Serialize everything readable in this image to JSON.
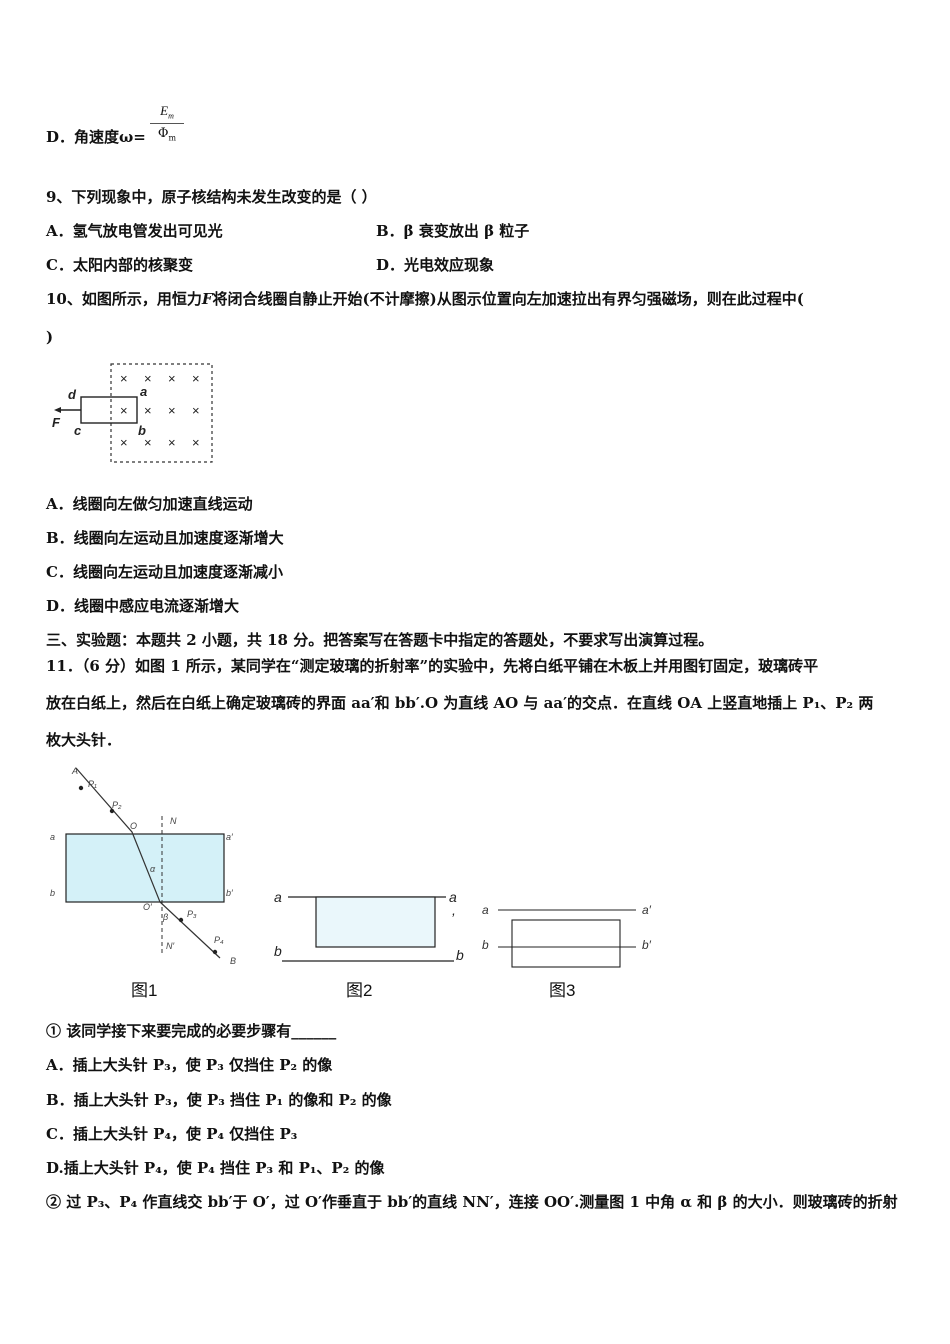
{
  "q8": {
    "optD_prefix": "D．",
    "optD_text": "角速度ω=",
    "frac_num": "E",
    "frac_num_sub": "m",
    "frac_den": "Φ",
    "frac_den_sub": "m"
  },
  "q9": {
    "stem": "9、下列现象中，原子核结构未发生改变的是（ ）",
    "optA": "A．氢气放电管发出可见光",
    "optB": "B．β 衰变放出 β 粒子",
    "optC": "C．太阳内部的核聚变",
    "optD": "D．光电效应现象"
  },
  "q10": {
    "stem_1": "10、如图所示，用恒力",
    "stem_F": "F",
    "stem_2": "将闭合线圈自静止开始(不计摩擦)从图示位置向左加速拉出有界匀强磁场，则在此过程中(",
    "stem_close": ")",
    "fig_labels": {
      "d": "d",
      "a": "a",
      "F": "F",
      "c": "c",
      "b": "b",
      "cross": "×"
    },
    "optA": "A．线圈向左做匀加速直线运动",
    "optB": "B．线圈向左运动且加速度逐渐增大",
    "optC": "C．线圈向左运动且加速度逐渐减小",
    "optD": "D．线圈中感应电流逐渐增大"
  },
  "section3": {
    "heading": "三、实验题：本题共 2 小题，共 18 分。把答案写在答题卡中指定的答题处，不要求写出演算过程。"
  },
  "q11": {
    "line1": "11．（6 分）如图 1 所示，某同学在“测定玻璃的折射率”的实验中，先将白纸平铺在木板上并用图钉固定，玻璃砖平",
    "line2": "放在白纸上，然后在白纸上确定玻璃砖的界面 aa′和 bb′.O 为直线 AO 与 aa′的交点．在直线 OA 上竖直地插上 P₁、P₂ 两",
    "line3": "枚大头针．",
    "fig1": {
      "A": "A",
      "P1": "P₁",
      "P2": "P₂",
      "O": "O",
      "N": "N",
      "a": "a",
      "a_prime": "a′",
      "b": "b",
      "b_prime": "b′",
      "alpha": "α",
      "beta": "β",
      "O_prime": "O′",
      "P3": "P₃",
      "P4": "P₄",
      "N_prime": "N′",
      "B": "B"
    },
    "fig2": {
      "a": "a",
      "a2": "a",
      "comma": ",",
      "b": "b",
      "b2": "b"
    },
    "fig3": {
      "a": "a",
      "a_prime": "a′",
      "b": "b",
      "b_prime": "b′"
    },
    "captions": [
      "图1",
      "图2",
      "图3"
    ],
    "sub1": "① 该同学接下来要完成的必要步骤有______",
    "optA": "A．插上大头针 P₃，使 P₃ 仅挡住 P₂ 的像",
    "optB": "B．插上大头针 P₃，使 P₃ 挡住 P₁ 的像和 P₂ 的像",
    "optC": "C．插上大头针 P₄，使 P₄ 仅挡住 P₃",
    "optD": "D.插上大头针 P₄，使 P₄ 挡住 P₃ 和 P₁、P₂ 的像",
    "sub2": "② 过 P₃、P₄ 作直线交 bb′于 O′，过 O′作垂直于 bb′的直线 NN′，连接 OO′.测量图 1 中角 α 和 β 的大小．则玻璃砖的折射"
  }
}
